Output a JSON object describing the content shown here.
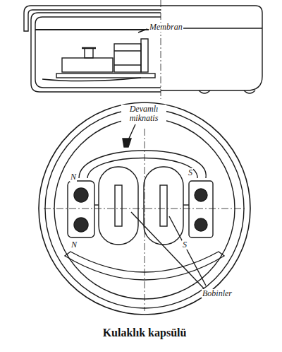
{
  "diagram": {
    "caption": "Kulaklık kapsülü",
    "labels": [
      "Membran",
      "Devamlı miknatis",
      "N",
      "N",
      "S",
      "S",
      "Bobinler"
    ]
  }
}
